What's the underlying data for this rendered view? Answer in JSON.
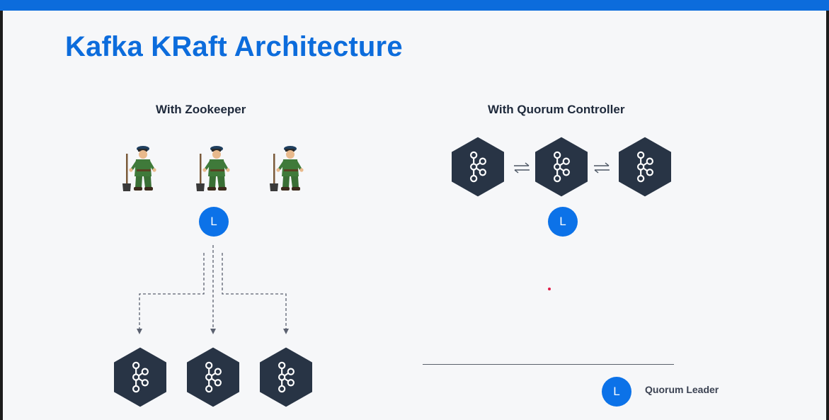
{
  "slide": {
    "title": "Kafka KRaft Architecture",
    "left_heading": "With Zookeeper",
    "right_heading": "With Quorum Controller",
    "leader_letter": "L",
    "legend_label": "Quorum Leader"
  },
  "icons": {
    "kafka": "kafka-logo-icon",
    "zookeeper": "zookeeper-keeper-icon",
    "swap": "bidirectional-arrow-icon"
  },
  "colors": {
    "accent": "#0c6cdc",
    "leader_circle": "#0c72e8",
    "hexagon": "#283445",
    "text_dark": "#1e293b"
  }
}
